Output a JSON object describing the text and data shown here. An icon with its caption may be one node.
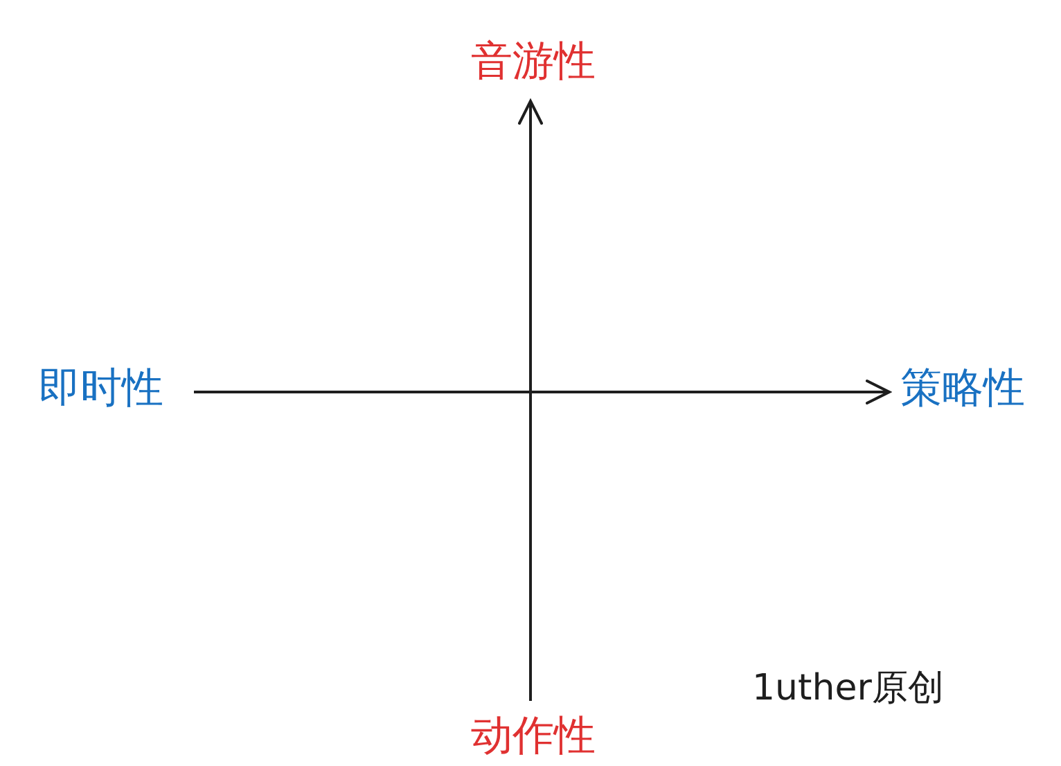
{
  "diagram": {
    "nodes": [
      {
        "text": [
          "音游性"
        ]
      },
      {
        "text": [
          "即时性"
        ]
      },
      {
        "text": [
          "策略性"
        ]
      },
      {
        "text": [
          "动作性"
        ]
      }
    ],
    "edges": [
      {
        "from": 1,
        "to": 2,
        "arrow": "to"
      },
      {
        "from": 3,
        "to": 0,
        "arrow": "to"
      }
    ],
    "labels": [
      "1uther原创"
    ]
  }
}
